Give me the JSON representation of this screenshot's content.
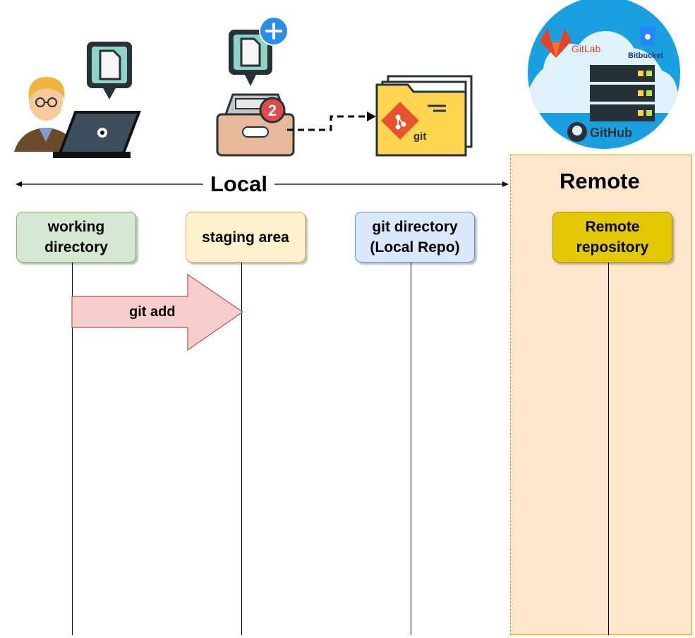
{
  "regions": {
    "local_label": "Local",
    "remote_label": "Remote"
  },
  "lanes": {
    "working_directory": "working\ndirectory",
    "staging_area": "staging area",
    "git_directory": "git directory\n(Local Repo)",
    "remote_repository": "Remote\nrepository"
  },
  "actions": {
    "git_add": "git add"
  },
  "icons": {
    "git_logo_text": "git",
    "staging_badge": "2",
    "cloud_providers": [
      "GitLab",
      "Bitbucket",
      "GitHub"
    ]
  },
  "colors": {
    "working_fill": "#d5e8d4",
    "working_stroke": "#82b366",
    "staging_fill": "#fff2cc",
    "staging_stroke": "#d6b656",
    "gitdir_fill": "#dae8fc",
    "gitdir_stroke": "#6c8ebf",
    "remote_fill": "#e3c800",
    "remote_stroke": "#b09500",
    "remote_zone_fill": "#ffe6cc",
    "arrow_fill": "#f8cecc",
    "arrow_stroke": "#b85450"
  }
}
